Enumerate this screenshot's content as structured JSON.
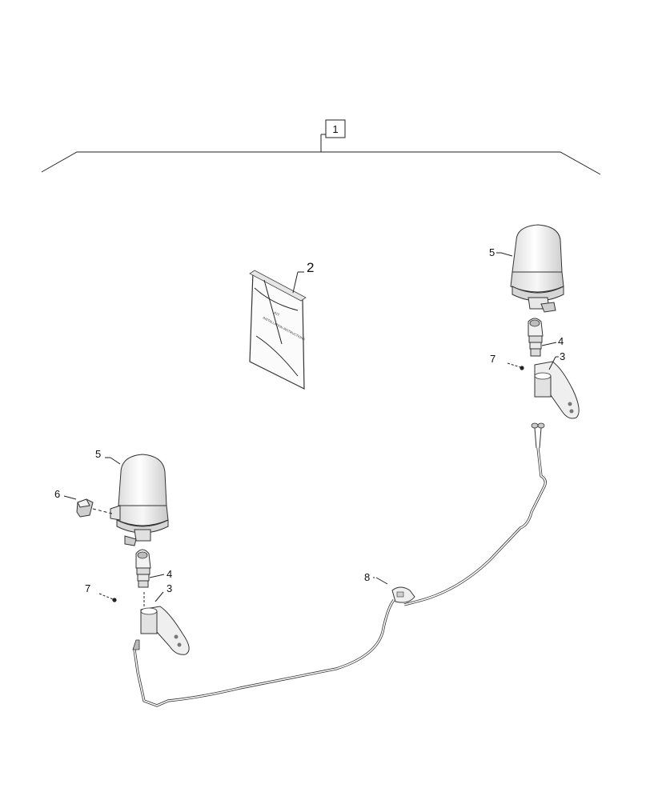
{
  "diagram": {
    "callouts": {
      "kit": "1",
      "manual": "2",
      "bracket_right": "3",
      "bracket_left": "3",
      "adapter_right": "4",
      "adapter_left": "4",
      "beacon_right": "5",
      "beacon_left": "5",
      "cap": "6",
      "screw_right": "7",
      "screw_left": "7",
      "harness": "8"
    },
    "manual_text": {
      "line1": "KIT",
      "line2": "INSTALLATION INSTRUCTIONS"
    },
    "colors": {
      "line": "#222222",
      "part_fill": "#f4f4f4",
      "shade": "#cfcfcf"
    }
  }
}
